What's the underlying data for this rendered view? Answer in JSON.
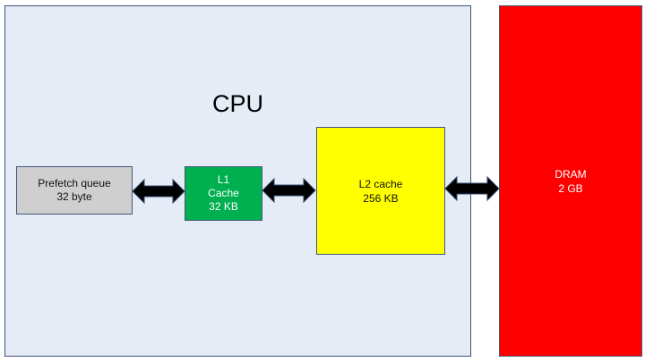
{
  "diagram": {
    "cpu": {
      "label": "CPU",
      "color": "#e5ecf6"
    },
    "blocks": {
      "prefetch": {
        "line1": "Prefetch queue",
        "line2": "32 byte",
        "color": "#d0cfcf"
      },
      "l1": {
        "line1": "L1",
        "line2": "Cache",
        "line3": "32 KB",
        "color": "#00b050"
      },
      "l2": {
        "line1": "L2 cache",
        "line2": "256 KB",
        "color": "#ffff00"
      },
      "dram": {
        "line1": "DRAM",
        "line2": "2 GB",
        "color": "#ff0000"
      }
    },
    "connections": [
      {
        "from": "Prefetch queue",
        "to": "L1 Cache",
        "type": "bidirectional"
      },
      {
        "from": "L1 Cache",
        "to": "L2 cache",
        "type": "bidirectional"
      },
      {
        "from": "L2 cache",
        "to": "DRAM",
        "type": "bidirectional"
      }
    ]
  }
}
